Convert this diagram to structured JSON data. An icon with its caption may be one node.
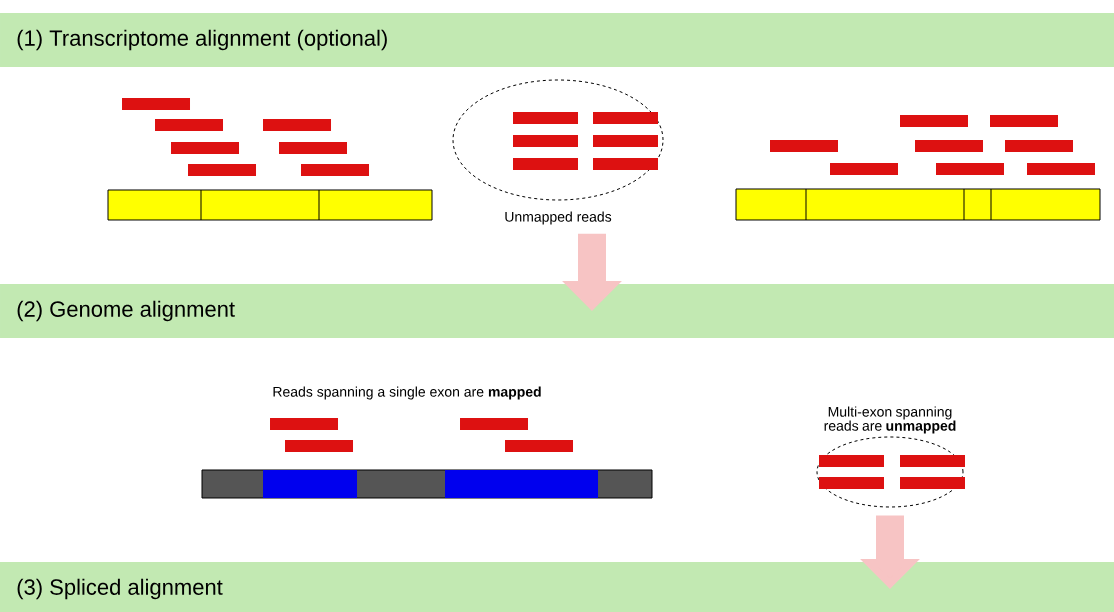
{
  "diagram": {
    "nodes": [
      {
        "text": [
          "(1) Transcriptome alignment (optional)"
        ]
      },
      {
        "text": [
          "Unmapped reads"
        ]
      },
      {
        "text": [
          "(2) Genome alignment"
        ]
      },
      {
        "text": [
          "Multi-exon spanning reads are **unmapped**"
        ]
      },
      {
        "text": [
          "(3) Spliced alignment"
        ]
      }
    ],
    "edges": [
      {
        "from": 1,
        "to": 2,
        "arrow": "to"
      },
      {
        "from": 3,
        "to": 4,
        "arrow": "to"
      }
    ],
    "labels": [
      "Reads spanning a single exon are **mapped**"
    ]
  }
}
